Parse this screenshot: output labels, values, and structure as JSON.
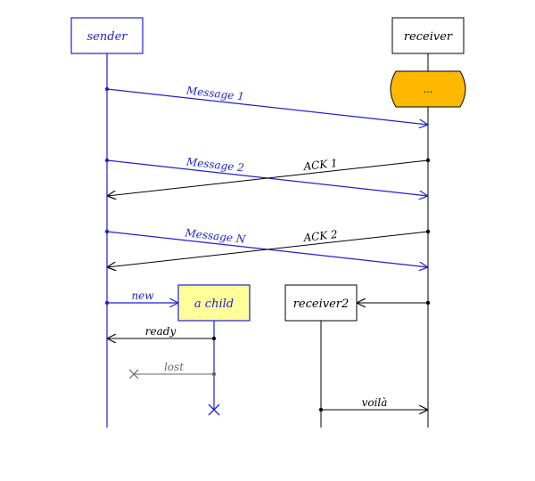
{
  "actors": {
    "sender": "sender",
    "receiver": "receiver",
    "child": "a child",
    "receiver2": "receiver2"
  },
  "state_box": {
    "label": "..."
  },
  "messages": {
    "message1": "Message 1",
    "message2": "Message 2",
    "messageN": "Message N",
    "ack1": "ACK 1",
    "ack2": "ACK 2",
    "new": "new",
    "ready": "ready",
    "lost": "lost",
    "voila": "voilà"
  },
  "colors": {
    "blue": "#1f1fd6",
    "black": "#000000",
    "gray": "#666666",
    "state_fill": "#ffb800",
    "child_fill": "#ffff99"
  }
}
